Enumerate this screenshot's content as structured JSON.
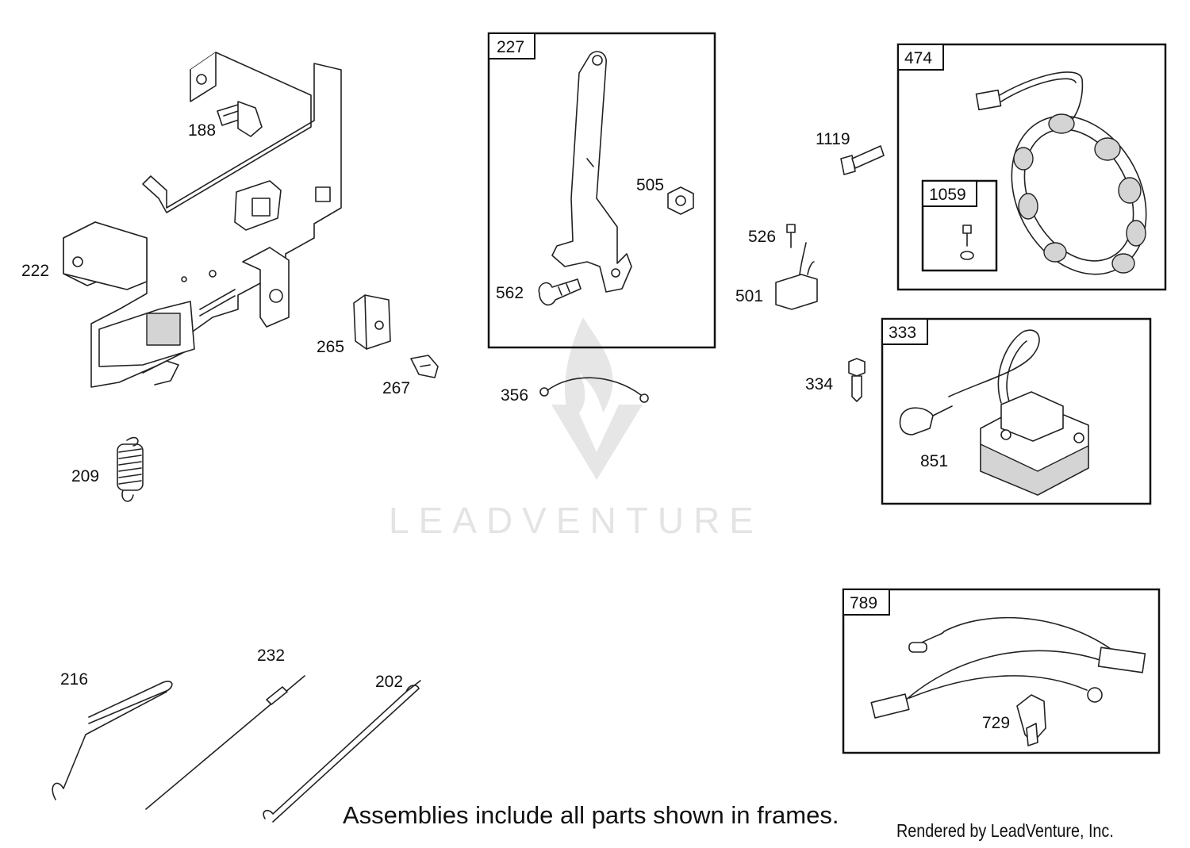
{
  "parts": {
    "p188": "188",
    "p222": "222",
    "p209": "209",
    "p265": "265",
    "p267": "267",
    "p227": "227",
    "p505": "505",
    "p562": "562",
    "p356": "356",
    "p1119": "1119",
    "p526": "526",
    "p501": "501",
    "p474": "474",
    "p1059": "1059",
    "p333": "333",
    "p334": "334",
    "p851": "851",
    "p789": "789",
    "p729": "729",
    "p216": "216",
    "p232": "232",
    "p202": "202"
  },
  "watermark": {
    "brand": "LEADVENTURE"
  },
  "footer": {
    "note": "Assemblies include all parts shown in frames.",
    "credit": "Rendered by LeadVenture, Inc."
  },
  "icons": [
    "leadventure-logo-icon"
  ]
}
